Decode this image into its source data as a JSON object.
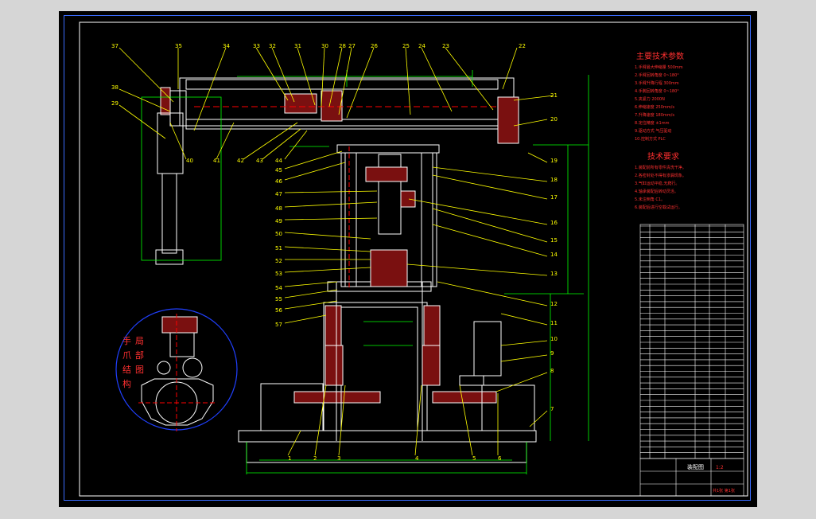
{
  "colors": {
    "background": "#000000",
    "canvas_border": "#3a6cff",
    "outline": "#ffffff",
    "leader": "#ffff00",
    "dimension": "#00ff00",
    "section": "#ff00ff",
    "center": "#ff0000",
    "hatch": "#ff2020",
    "detail_circle": "#2040ff",
    "notes": "#ff3030"
  },
  "left_labels": [
    "37",
    "38",
    "29",
    "35",
    "34",
    "33",
    "32",
    "31",
    "30",
    "28",
    "27",
    "26",
    "25",
    "24",
    "23"
  ],
  "right_labels": [
    "22",
    "21",
    "20",
    "19",
    "18",
    "17",
    "16",
    "15",
    "14",
    "13",
    "12",
    "11",
    "10",
    "9",
    "8",
    "7"
  ],
  "bottom_labels": [
    "1",
    "2",
    "3",
    "4",
    "5",
    "6"
  ],
  "lower_left_labels": [
    "40",
    "41",
    "42",
    "43",
    "44",
    "45",
    "46",
    "47",
    "48",
    "49",
    "50",
    "51",
    "52",
    "53",
    "54",
    "55",
    "56",
    "57"
  ],
  "specs": {
    "title": "主要技术参数",
    "lines": [
      "1.手臂最大伸缩量 500mm",
      "2.手臂回转角度 0~180°",
      "3.手臂升降行程 300mm",
      "4.手腕回转角度 0~180°",
      "5.夹紧力 2000N",
      "6.伸缩速度 250mm/s",
      "7.升降速度 180mm/s",
      "8.定位精度 ±1mm",
      "9.驱动方式 气压驱动",
      "10.控制方式 PLC"
    ]
  },
  "requirements": {
    "title": "技术要求",
    "lines": [
      "1.装配前所有零件清洗干净。",
      "2.各密封处不得有渗漏现象。",
      "3.气缸运动平稳,无爬行。",
      "4.轴承装配后转动灵活。",
      "5.未注倒角 C1。",
      "6.装配后进行空载试运行。"
    ]
  },
  "detail_caption": "手爪结构局部图",
  "title_block": {
    "name": "装配图",
    "scale": "1:2",
    "sheet": "共1张 第1张"
  }
}
